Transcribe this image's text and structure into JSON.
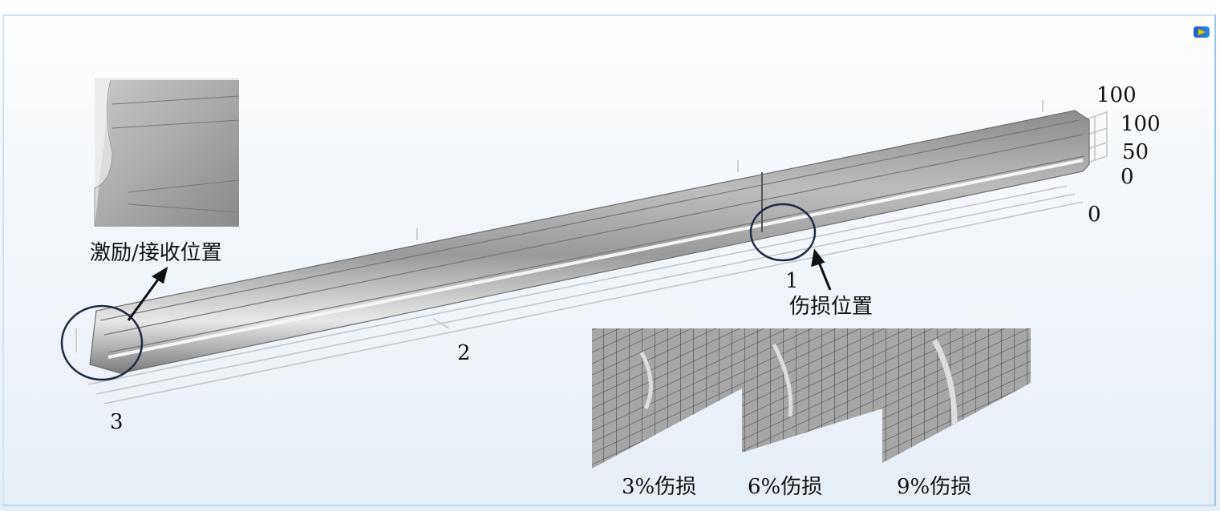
{
  "labels": {
    "excitation_position": "激励/接收位置",
    "damage_position": "伤损位置",
    "mesh_captions": [
      "3%伤损",
      "6%伤损",
      "9%伤损"
    ]
  },
  "axis_ticks": {
    "x": [
      "0",
      "1",
      "2",
      "3"
    ],
    "z_top": "100",
    "y": [
      "100",
      "50",
      "0"
    ]
  },
  "colors": {
    "rail": "#a9a9a9",
    "circle": "#1e2a44",
    "background": "#eef3f9"
  }
}
